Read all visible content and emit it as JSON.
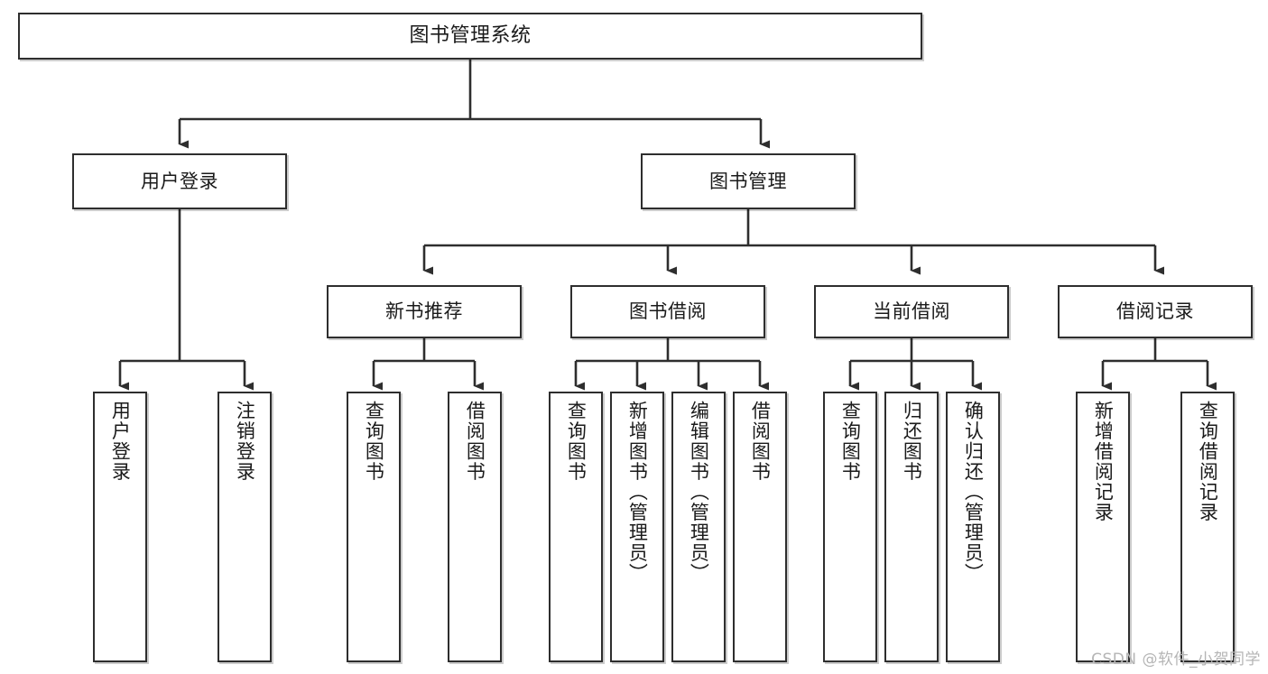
{
  "diagram": {
    "title": "图书管理系统",
    "type": "tree-structure-chart",
    "line_color": "#2e2e2e",
    "box_fill": "#ffffff",
    "text_color": "#1a1a1a",
    "watermark": "CSDN @软件_小贺同学",
    "nodes": {
      "root": {
        "label": "图书管理系统"
      },
      "level2": [
        {
          "id": "user-login",
          "label": "用户登录"
        },
        {
          "id": "book-manage",
          "label": "图书管理"
        }
      ],
      "level3": [
        {
          "id": "new-book-recommend",
          "label": "新书推荐"
        },
        {
          "id": "book-borrow",
          "label": "图书借阅"
        },
        {
          "id": "current-borrow",
          "label": "当前借阅"
        },
        {
          "id": "borrow-record",
          "label": "借阅记录"
        }
      ],
      "leaves": {
        "user_login": [
          {
            "id": "leaf-user-login",
            "label": "用户登录"
          },
          {
            "id": "leaf-logout-login",
            "label": "注销登录"
          }
        ],
        "new_book_recommend": [
          {
            "id": "leaf-query-book-1",
            "label": "查询图书"
          },
          {
            "id": "leaf-borrow-book-1",
            "label": "借阅图书"
          }
        ],
        "book_borrow": [
          {
            "id": "leaf-query-book-2",
            "label": "查询图书"
          },
          {
            "id": "leaf-add-book",
            "label": "新增图书（管理员）"
          },
          {
            "id": "leaf-edit-book",
            "label": "编辑图书（管理员）"
          },
          {
            "id": "leaf-borrow-book-2",
            "label": "借阅图书"
          }
        ],
        "current_borrow": [
          {
            "id": "leaf-query-book-3",
            "label": "查询图书"
          },
          {
            "id": "leaf-return-book",
            "label": "归还图书"
          },
          {
            "id": "leaf-confirm-return",
            "label": "确认归还（管理员）"
          }
        ],
        "borrow_record": [
          {
            "id": "leaf-add-record",
            "label": "新增借阅记录"
          },
          {
            "id": "leaf-query-record",
            "label": "查询借阅记录"
          }
        ]
      }
    }
  }
}
